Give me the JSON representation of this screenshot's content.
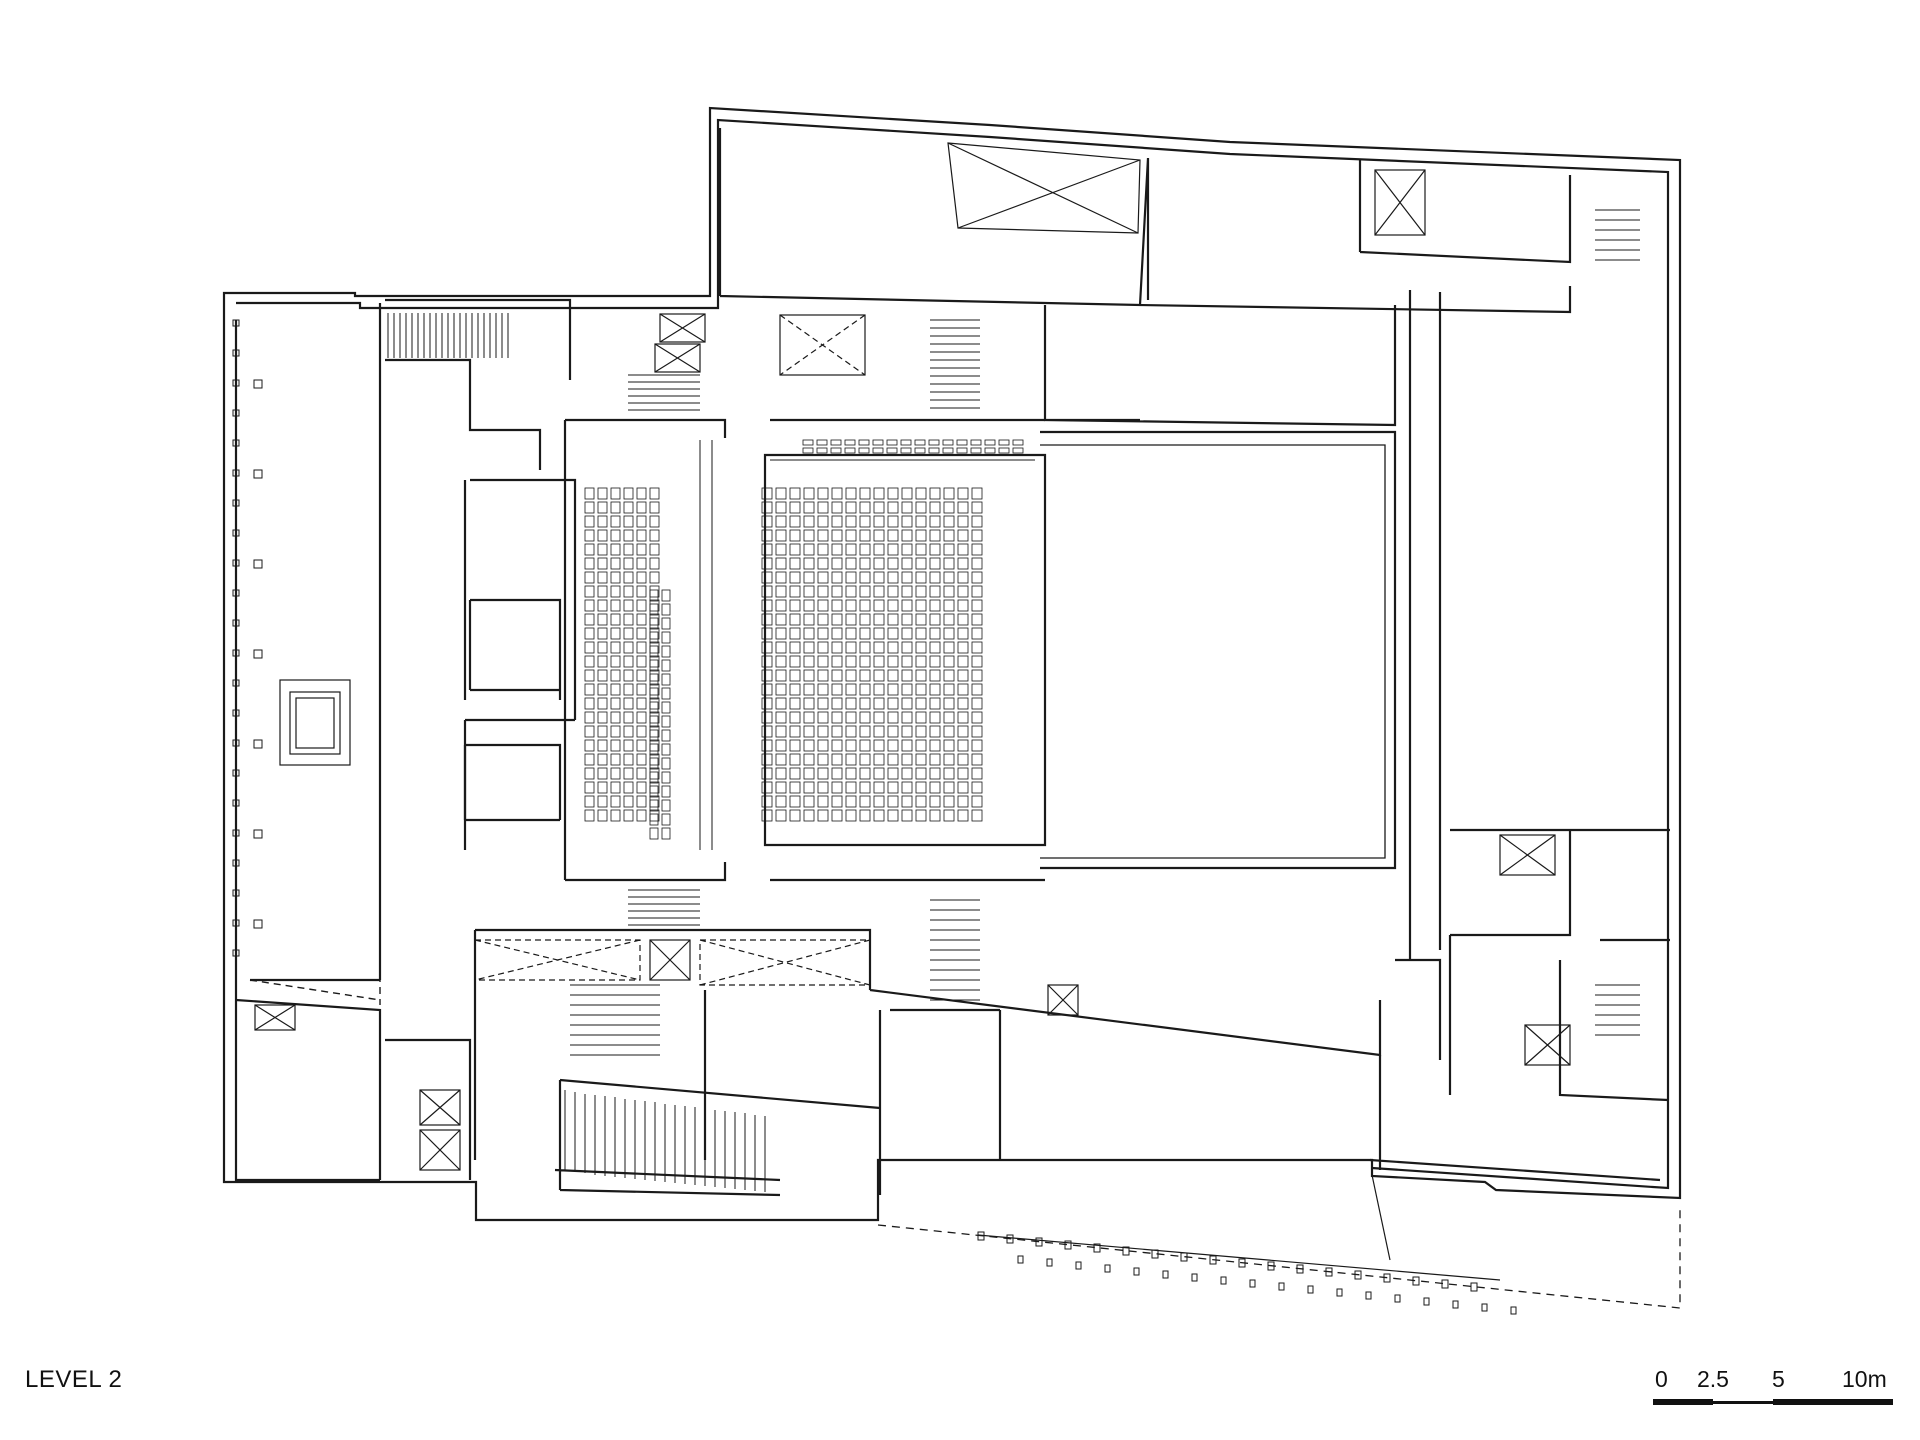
{
  "plan": {
    "level_title": "LEVEL 2",
    "scale_bar": {
      "labels": [
        "0",
        "2.5",
        "5",
        "10m"
      ]
    },
    "line_color": "#1a1a1a",
    "background_color": "#ffffff"
  }
}
